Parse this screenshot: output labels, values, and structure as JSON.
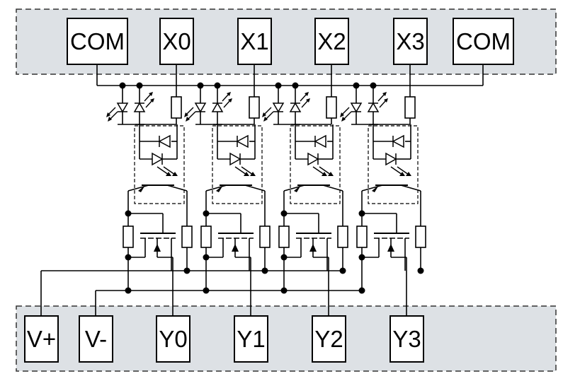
{
  "top_terminals": [
    {
      "label": "COM"
    },
    {
      "label": "X0"
    },
    {
      "label": "X1"
    },
    {
      "label": "X2"
    },
    {
      "label": "X3"
    },
    {
      "label": "COM"
    }
  ],
  "bottom_terminals": [
    {
      "label": "V+"
    },
    {
      "label": "V-"
    },
    {
      "label": "Y0"
    },
    {
      "label": "Y1"
    },
    {
      "label": "Y2"
    },
    {
      "label": "Y3"
    }
  ],
  "colors": {
    "block_fill": "#dde1e5",
    "block_border": "#333333",
    "wire": "#000000",
    "background": "#ffffff"
  }
}
